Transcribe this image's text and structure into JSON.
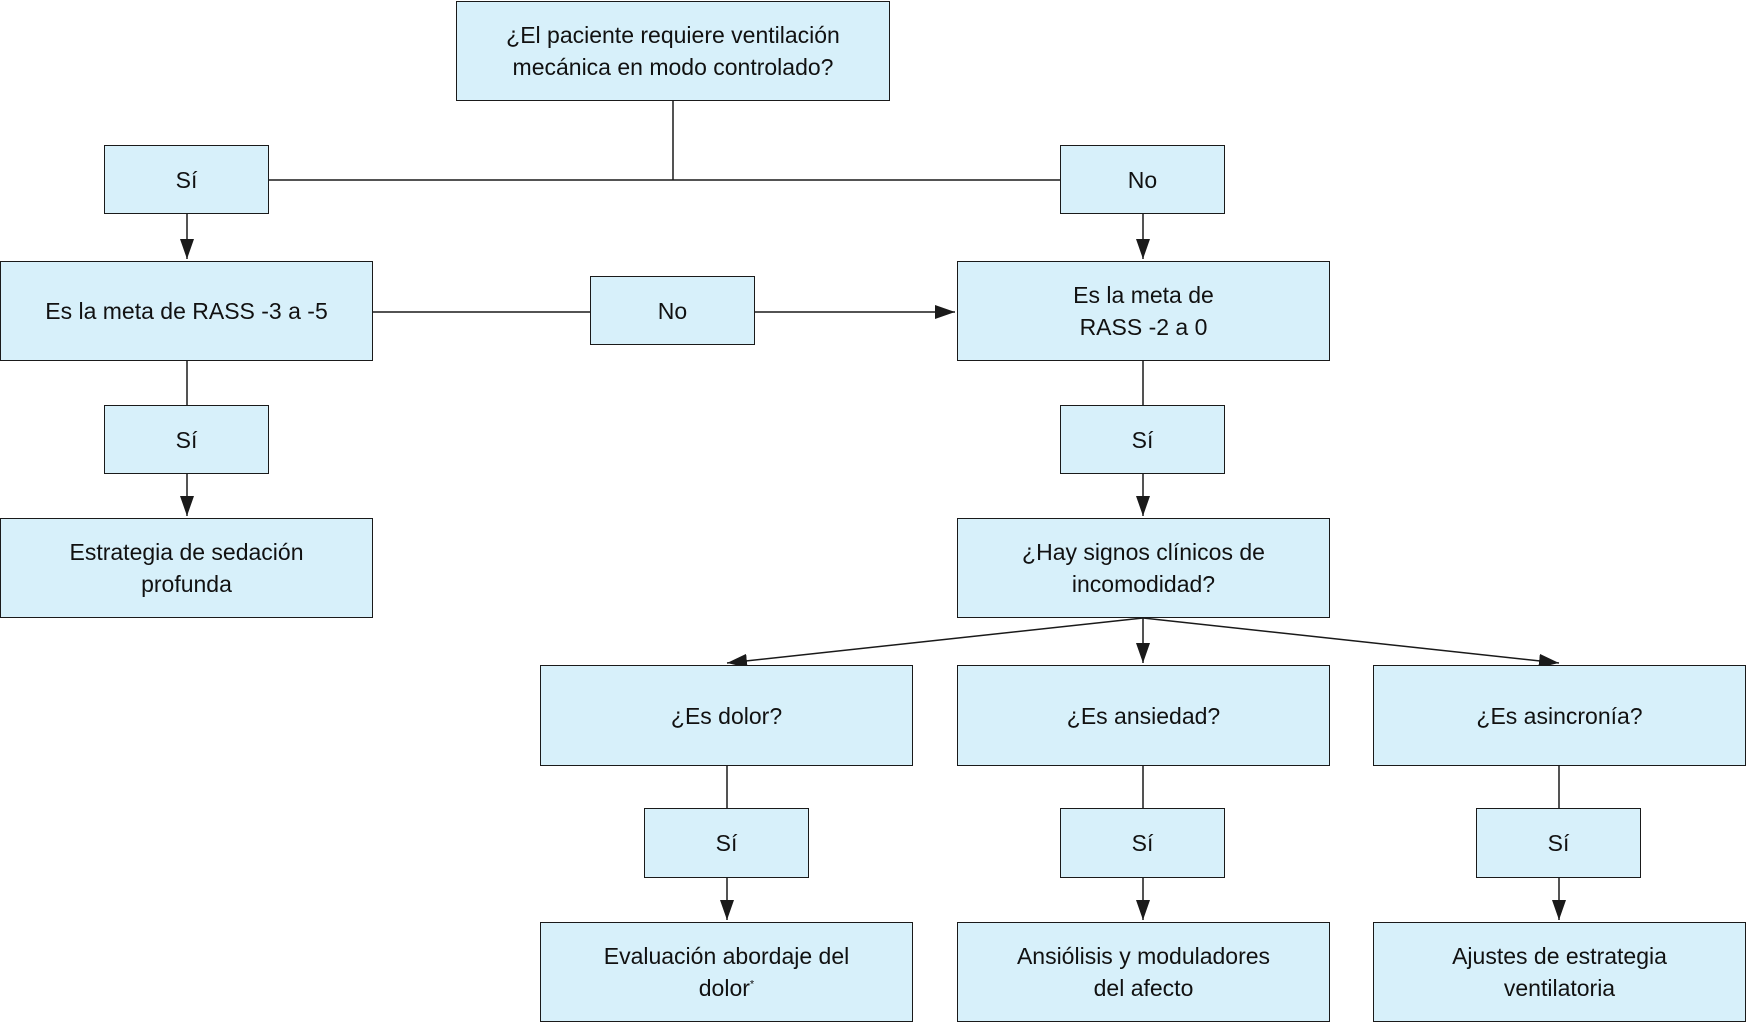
{
  "colors": {
    "box_fill": "#d7f0fa",
    "box_border": "#1a1a1a",
    "connector": "#1a1a1a",
    "text": "#111111"
  },
  "nodes": {
    "q_ventilation": {
      "line1": "¿El paciente requiere ventilación",
      "line2": "mecánica en modo controlado?"
    },
    "yes_ventilation": "Sí",
    "no_ventilation": "No",
    "goal_rass_deep": "Es la meta de RASS -3 a -5",
    "no_deep_goal": "No",
    "goal_rass_light": {
      "line1": "Es la meta de",
      "line2": "RASS -2 a 0"
    },
    "yes_deep_goal": "Sí",
    "deep_sedation_strategy": {
      "line1": "Estrategia de sedación",
      "line2": "profunda"
    },
    "yes_light_goal": "Sí",
    "q_discomfort": {
      "line1": "¿Hay signos clínicos de",
      "line2": "incomodidad?"
    },
    "q_pain": "¿Es dolor?",
    "q_anxiety": "¿Es ansiedad?",
    "q_asynchrony": "¿Es asincronía?",
    "yes_pain": "Sí",
    "yes_anxiety": "Sí",
    "yes_asynchrony": "Sí",
    "pain_action": {
      "line1": "Evaluación abordaje del",
      "line2": "dolor",
      "footnote_mark": "*"
    },
    "anxiety_action": {
      "line1": "Ansiólisis y moduladores",
      "line2": "del afecto"
    },
    "asynchrony_action": {
      "line1": "Ajustes de estrategia",
      "line2": "ventilatoria"
    }
  }
}
